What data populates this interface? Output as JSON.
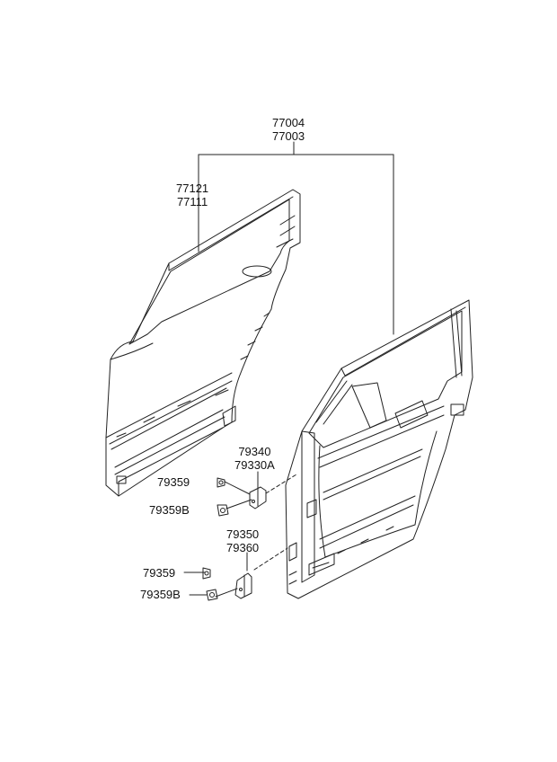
{
  "labels": {
    "assy_door_a": "77004",
    "assy_door_b": "77003",
    "panel_a": "77121",
    "panel_b": "77111",
    "upper_hinge_a": "79340",
    "upper_hinge_b": "79330A",
    "lower_hinge_a": "79350",
    "lower_hinge_b": "79360",
    "bolt_upper_1": "79359",
    "bolt_upper_2": "79359B",
    "bolt_lower_1": "79359",
    "bolt_lower_2": "79359B"
  },
  "colors": {
    "line": "#222222",
    "text": "#111111"
  }
}
